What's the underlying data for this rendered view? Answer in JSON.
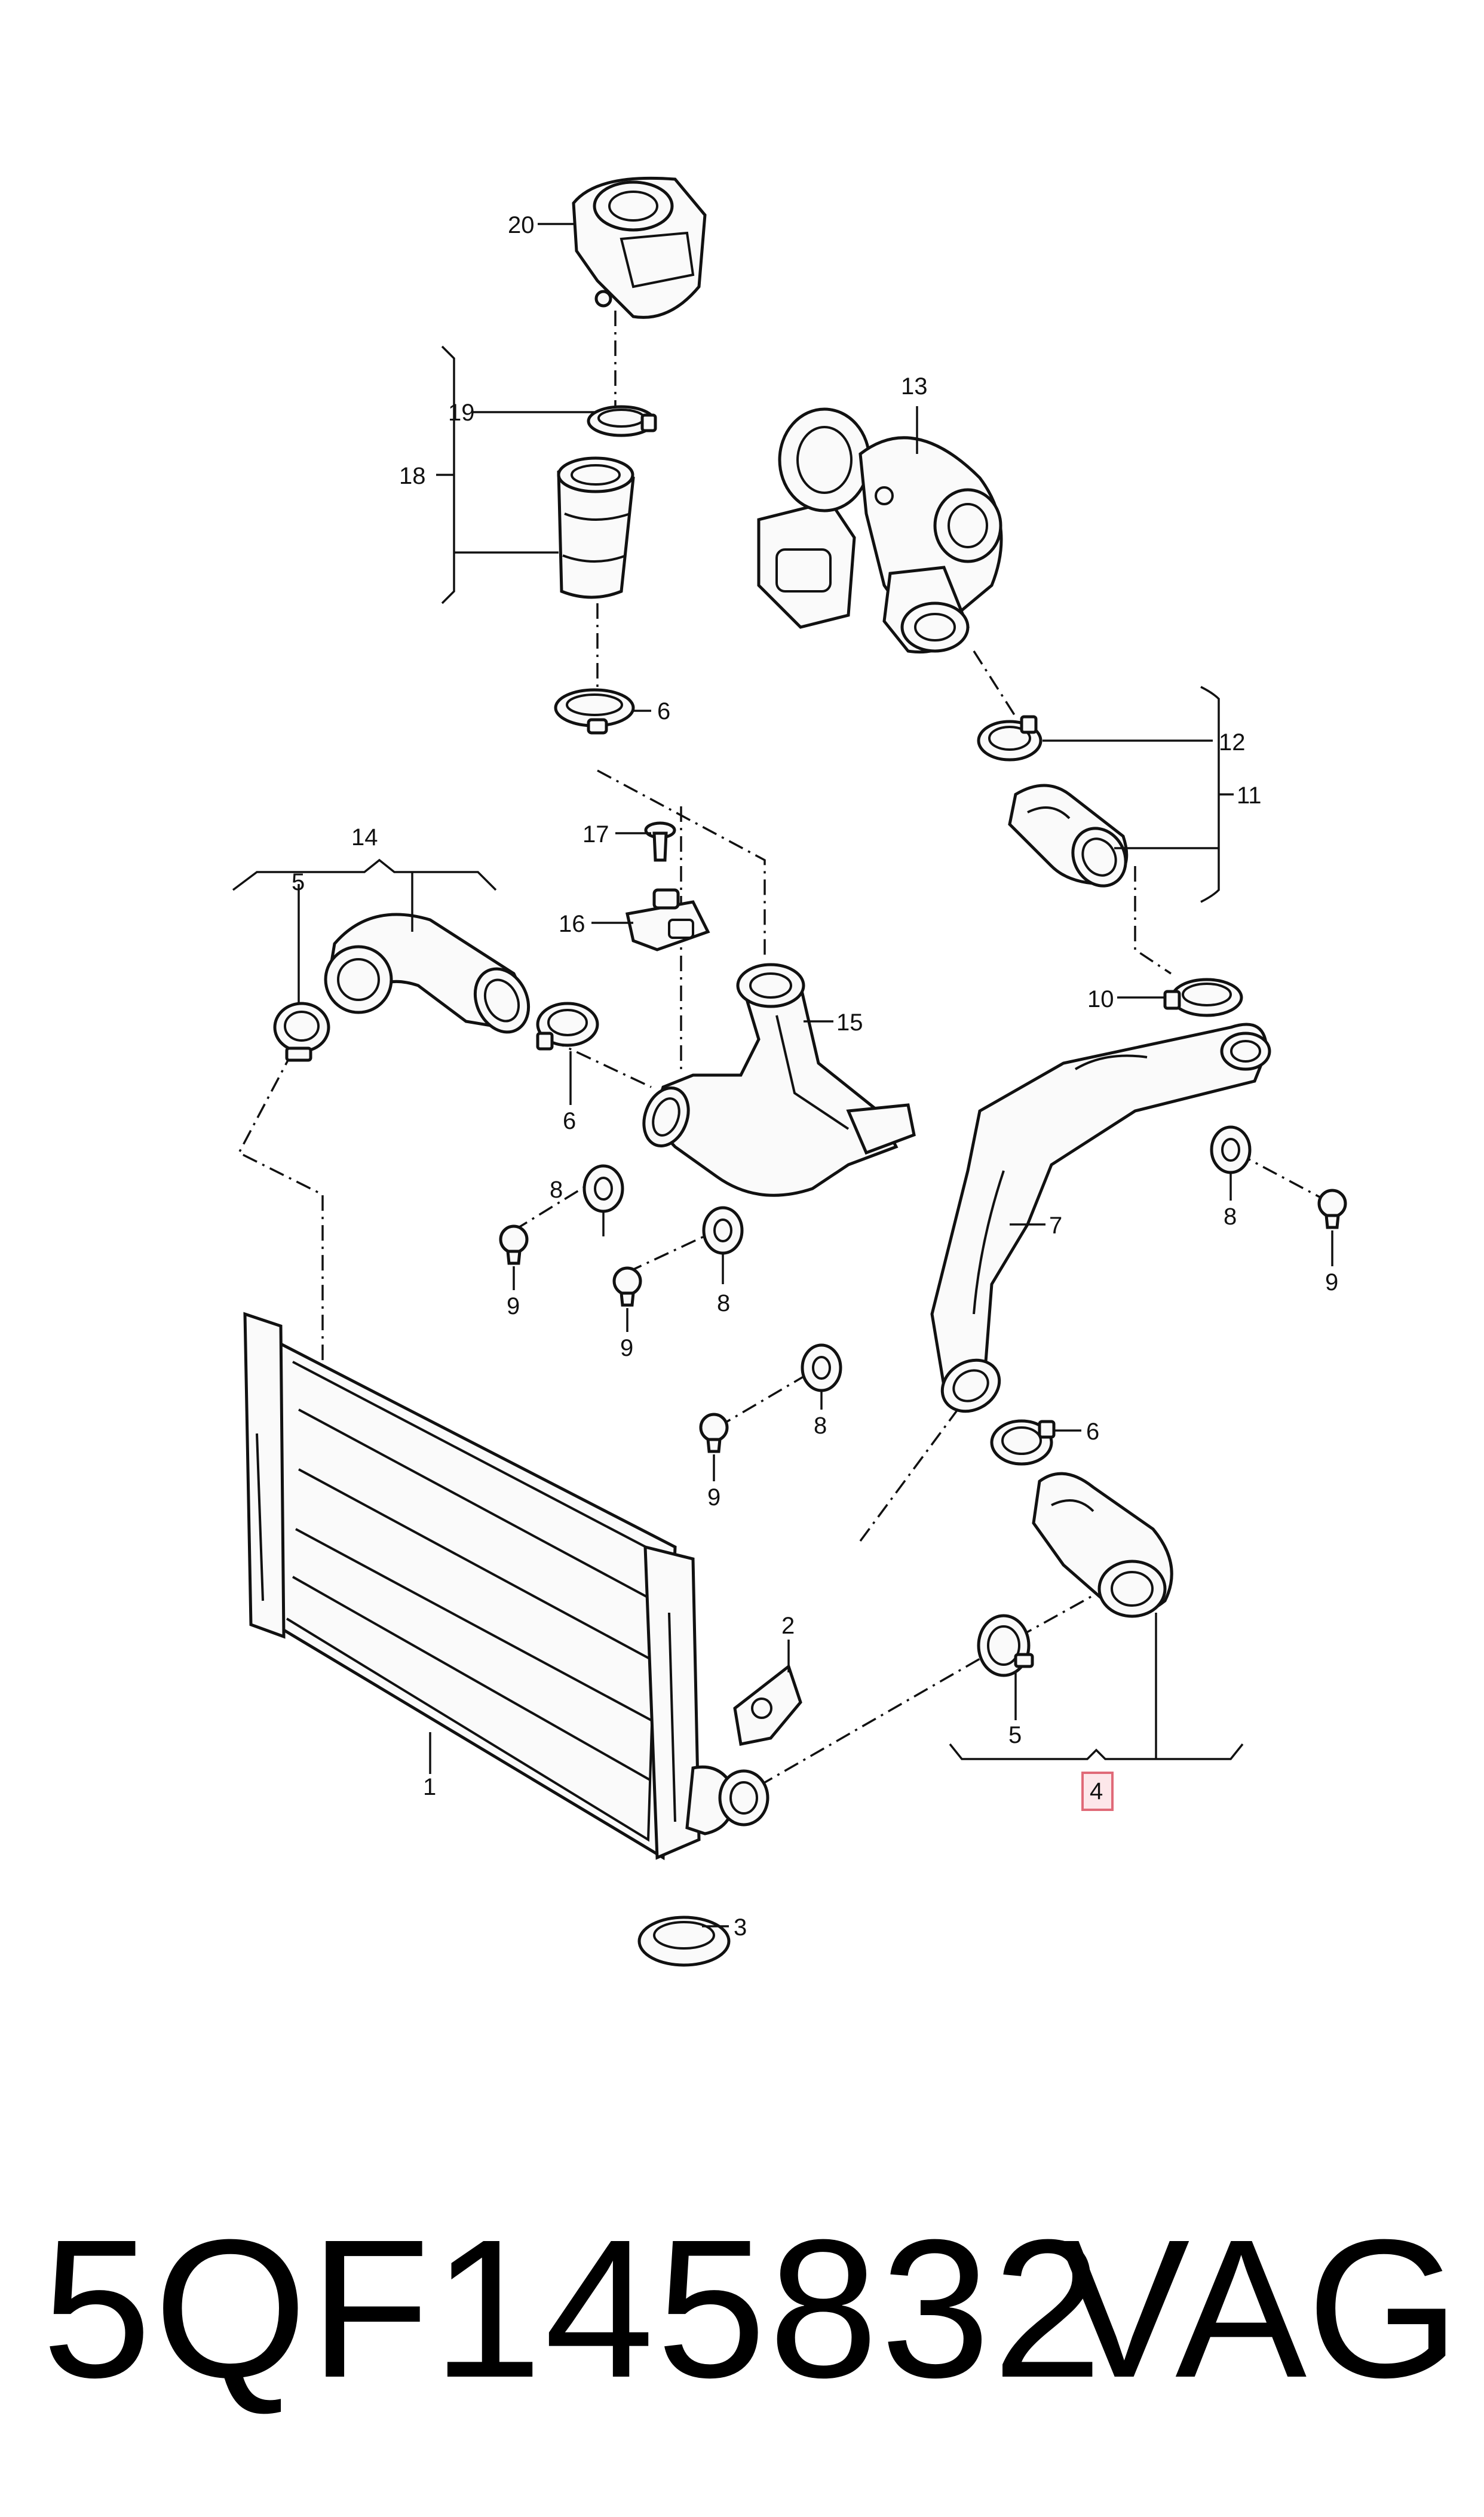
{
  "callouts": {
    "c1": "1",
    "c2": "2",
    "c3": "3",
    "c4": "4",
    "c5a": "5",
    "c5b": "5",
    "c6a": "6",
    "c6b": "6",
    "c6c": "6",
    "c7": "7",
    "c8a": "8",
    "c8b": "8",
    "c8c": "8",
    "c8d": "8",
    "c9a": "9",
    "c9b": "9",
    "c9c": "9",
    "c9d": "9",
    "c10": "10",
    "c11": "11",
    "c12": "12",
    "c13": "13",
    "c14": "14",
    "c15": "15",
    "c16": "16",
    "c17": "17",
    "c18": "18",
    "c19": "19",
    "c20": "20"
  },
  "highlighted_callout": "4",
  "highlight_color": "#e06a78",
  "footer": {
    "part_number": "5QF145832",
    "brand": "VAG"
  }
}
